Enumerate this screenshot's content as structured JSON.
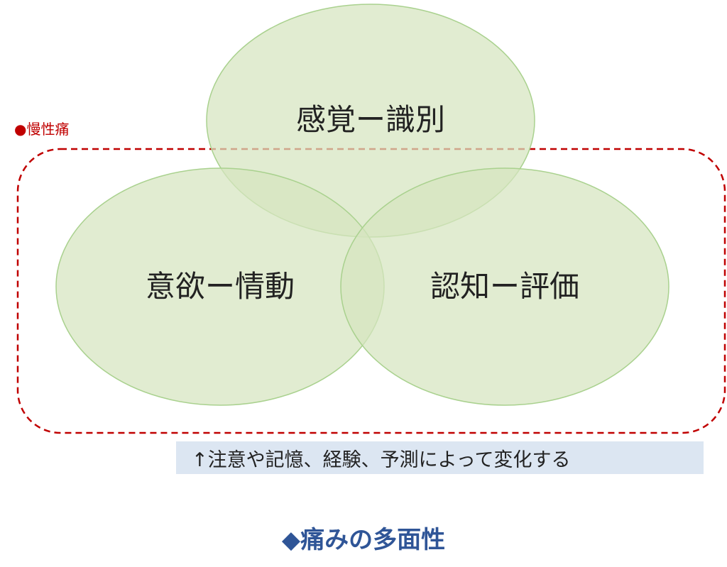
{
  "colors": {
    "circle_fill": "#d5e5bf",
    "circle_stroke": "#a9d18e",
    "chronic_border": "#c00000",
    "note_bg": "#dce6f2",
    "title": "#2f5597"
  },
  "circles": [
    {
      "label": "感覚ー識別"
    },
    {
      "label": "意欲ー情動"
    },
    {
      "label": "認知ー評価"
    }
  ],
  "chronic_pain_label": "●慢性痛",
  "note": "↑注意や記憶、経験、予測によって変化する",
  "title": "◆痛みの多面性"
}
